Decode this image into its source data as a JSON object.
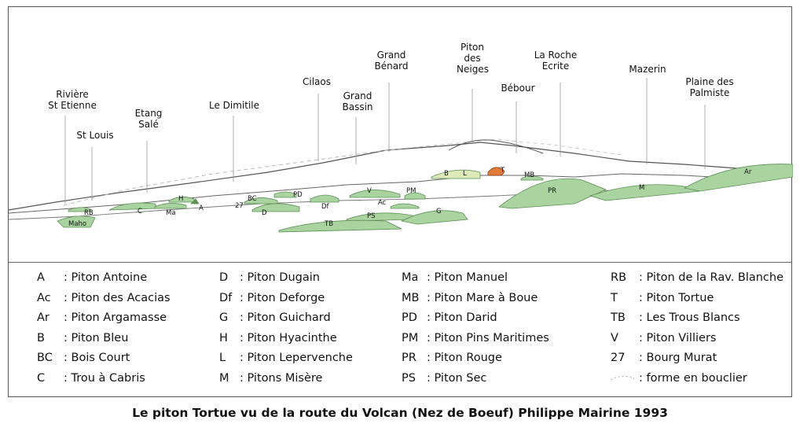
{
  "peaks": [
    {
      "id": "riviere",
      "text": "Rivière\nSt Etienne"
    },
    {
      "id": "stlouis",
      "text": "St Louis"
    },
    {
      "id": "etang",
      "text": "Etang\nSalé"
    },
    {
      "id": "dimitile",
      "text": "Le Dimitile"
    },
    {
      "id": "cilaos",
      "text": "Cilaos"
    },
    {
      "id": "grandbassin",
      "text": "Grand\nBassin"
    },
    {
      "id": "grandbenard",
      "text": "Grand\nBénard"
    },
    {
      "id": "pitonneiges",
      "text": "Piton\ndes\nNeiges"
    },
    {
      "id": "bebour",
      "text": "Bébour"
    },
    {
      "id": "larocheecrite",
      "text": "La Roche\nEcrite"
    },
    {
      "id": "mazerin",
      "text": "Mazerin"
    },
    {
      "id": "plaine",
      "text": "Plaine des\nPalmiste"
    }
  ],
  "sketch_labels": {
    "RB": "RB",
    "Maho": "Maho",
    "C": "C",
    "H": "H",
    "Ma": "Ma",
    "A": "A",
    "n27": "27",
    "BC": "BC",
    "PD": "PD",
    "D": "D",
    "Df": "Df",
    "V": "V",
    "PM": "PM",
    "Ac": "Ac",
    "TB": "TB",
    "PS": "PS",
    "G": "G",
    "B": "B",
    "L": "L",
    "T": "T",
    "MB": "MB",
    "PR": "PR",
    "M": "M",
    "Ar": "Ar"
  },
  "legend": [
    [
      {
        "code": "A",
        "desc": ": Piton Antoine"
      },
      {
        "code": "Ac",
        "desc": ": Piton des Acacias"
      },
      {
        "code": "Ar",
        "desc": ": Piton Argamasse"
      },
      {
        "code": "B",
        "desc": ": Piton Bleu"
      },
      {
        "code": "BC",
        "desc": ": Bois Court"
      },
      {
        "code": "C",
        "desc": ": Trou à Cabris"
      }
    ],
    [
      {
        "code": "D",
        "desc": ": Piton Dugain"
      },
      {
        "code": "Df",
        "desc": ": Piton Deforge"
      },
      {
        "code": "G",
        "desc": ": Piton Guichard"
      },
      {
        "code": "H",
        "desc": ": Piton Hyacinthe"
      },
      {
        "code": "L",
        "desc": ": Piton Lepervenche"
      },
      {
        "code": "M",
        "desc": ": Pitons Misère"
      }
    ],
    [
      {
        "code": "Ma",
        "desc": ": Piton Manuel"
      },
      {
        "code": "MB",
        "desc": ": Piton Mare à Boue"
      },
      {
        "code": "PD",
        "desc": ": Piton Darid"
      },
      {
        "code": "PM",
        "desc": ": Piton Pins Maritimes"
      },
      {
        "code": "PR",
        "desc": ": Piton Rouge"
      },
      {
        "code": "PS",
        "desc": ": Piton Sec"
      }
    ],
    [
      {
        "code": "RB",
        "desc": ": Piton de la Rav. Blanche"
      },
      {
        "code": "T",
        "desc": ": Piton Tortue"
      },
      {
        "code": "TB",
        "desc": ": Les Trous Blancs"
      },
      {
        "code": "V",
        "desc": ": Piton Villiers"
      },
      {
        "code": "27",
        "desc": ": Bourg Murat"
      },
      {
        "code": "",
        "desc": ": forme en bouclier"
      }
    ]
  ],
  "caption": "Le piton Tortue  vu de la route du Volcan (Nez de Boeuf) Philippe Mairine 1993",
  "colors": {
    "cone_fill": "#a9d4a0",
    "cone_stroke": "#5d8f57",
    "tortue_fill": "#e07a3a",
    "bl_fill": "#dbeab8",
    "ridge_stroke": "#555555",
    "shield_stroke": "#bbbbbb"
  }
}
